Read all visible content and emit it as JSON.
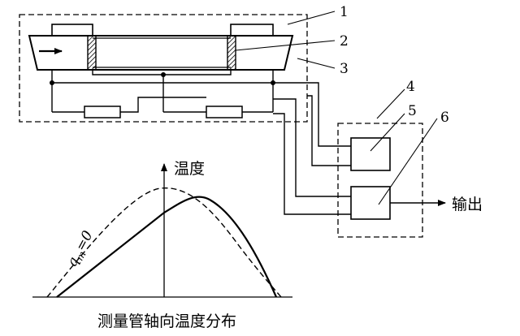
{
  "labels": {
    "n1": "1",
    "n2": "2",
    "n3": "3",
    "n4": "4",
    "n5": "5",
    "n6": "6"
  },
  "axis_label": "温度",
  "output_label": "输出",
  "curve_label": "q",
  "curve_label_sub": "m",
  "curve_label_eq": "=0",
  "caption": "测量管轴向温度分布"
}
